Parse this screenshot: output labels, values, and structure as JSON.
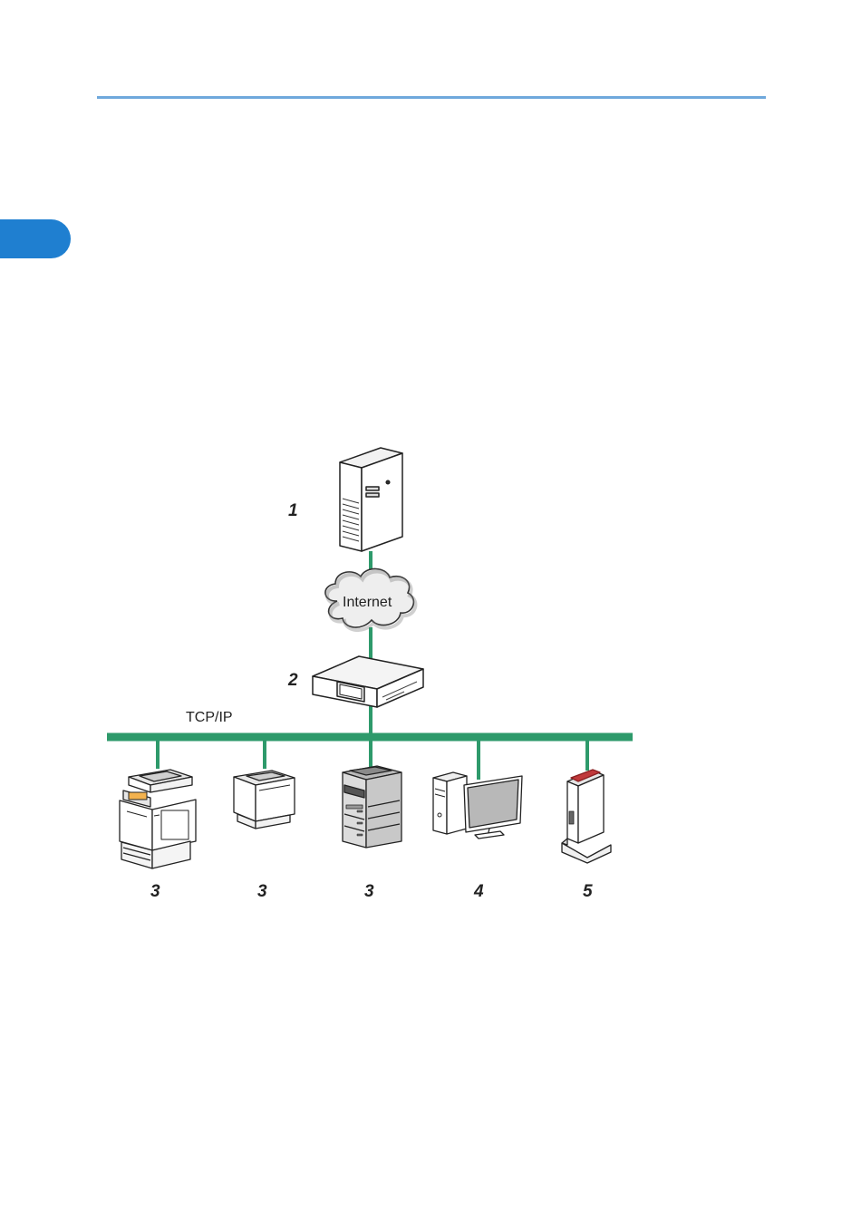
{
  "network": {
    "cloud_label": "Internet",
    "protocol_label": "TCP/IP"
  },
  "devices": {
    "server_number": "1",
    "router_number": "2",
    "mfp_number": "3",
    "laser_printer_number": "3",
    "copier_number": "3",
    "pc_number": "4",
    "hub_number": "5"
  },
  "colors": {
    "accent_rule": "#6fa8dc",
    "side_tab": "#1f7fd0",
    "network_line": "#2e9a6b"
  }
}
